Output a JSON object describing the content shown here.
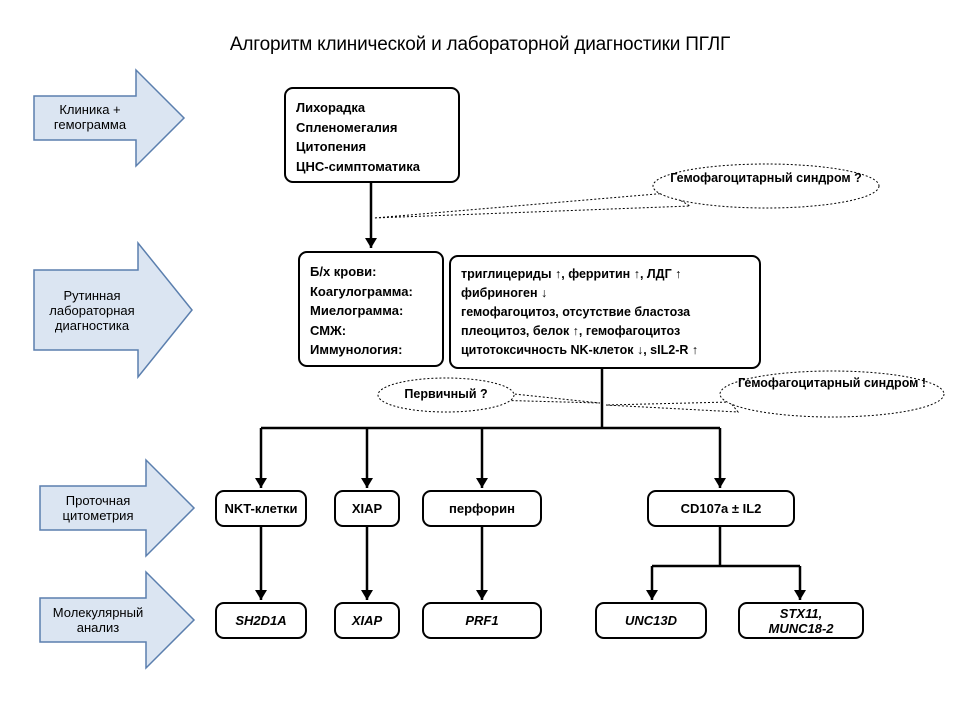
{
  "title": "Алгоритм клинической и лабораторной диагностики ПГЛГ",
  "colors": {
    "stage_arrow_fill": "#dbe5f2",
    "stage_arrow_stroke": "#5b7fae",
    "line": "#000000"
  },
  "stages": {
    "clinic": "Клиника + гемограмма",
    "routine": "Рутинная лабораторная диагностика",
    "flow": "Проточная цитометрия",
    "molecular": "Молекулярный анализ"
  },
  "clinical_box": {
    "lines": [
      "Лихорадка",
      "Спленомегалия",
      "Цитопения",
      "ЦНС-симптоматика"
    ]
  },
  "tests_box": {
    "lines": [
      "Б/х крови:",
      "Коагулограмма:",
      "Миелограмма:",
      "СМЖ:",
      "Иммунология:"
    ]
  },
  "findings_box": {
    "lines": [
      "триглицериды ↑, ферритин ↑, ЛДГ ↑",
      "фибриноген ↓",
      "гемофагоцитоз, отсутствие бластоза",
      "плеоцитоз, белок ↑, гемофагоцитоз",
      "цитотоксичность NK-клеток ↓, sIL2-R ↑"
    ]
  },
  "bubbles": {
    "hlh_question": "Гемофагоцитарный синдром ?",
    "primary_question": "Первичный ?",
    "hlh_confirmed": "Гемофагоцитарный синдром !"
  },
  "flow_tests": {
    "nkt": "NKT-клетки",
    "xiap": "XIAP",
    "perforin": "перфорин",
    "cd107a": "CD107a ± IL2"
  },
  "genes": {
    "sh2d1a": "SH2D1A",
    "xiap": "XIAP",
    "prf1": "PRF1",
    "unc13d": "UNC13D",
    "stx11": "STX11, MUNC18-2"
  }
}
